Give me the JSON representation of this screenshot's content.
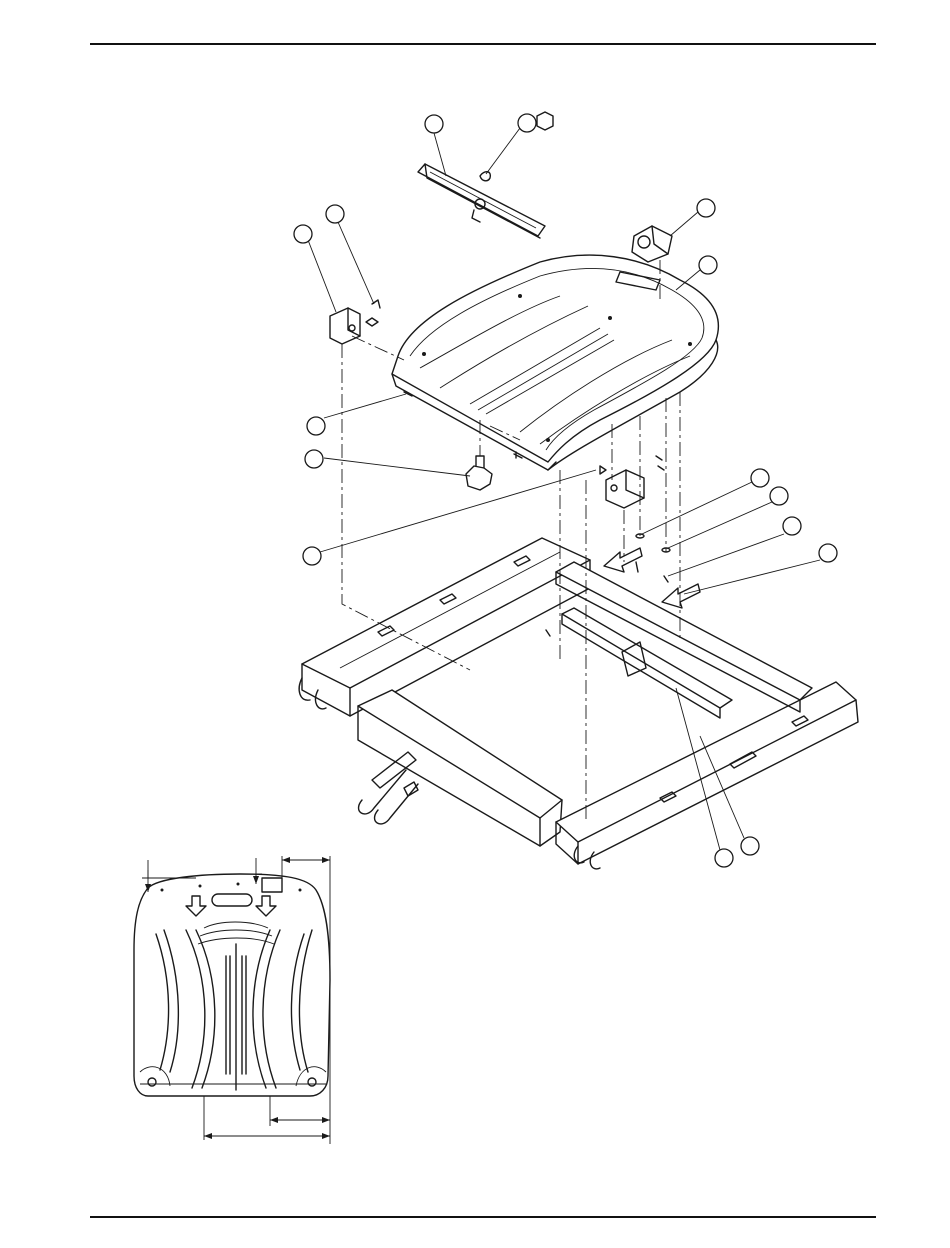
{
  "page": {
    "background": "#ffffff",
    "ink": "#1a1a1a"
  },
  "drawing": {
    "kind": "exploded-parts-diagram",
    "callout_count": 15,
    "inset": "seat-pan-dimension-view"
  }
}
